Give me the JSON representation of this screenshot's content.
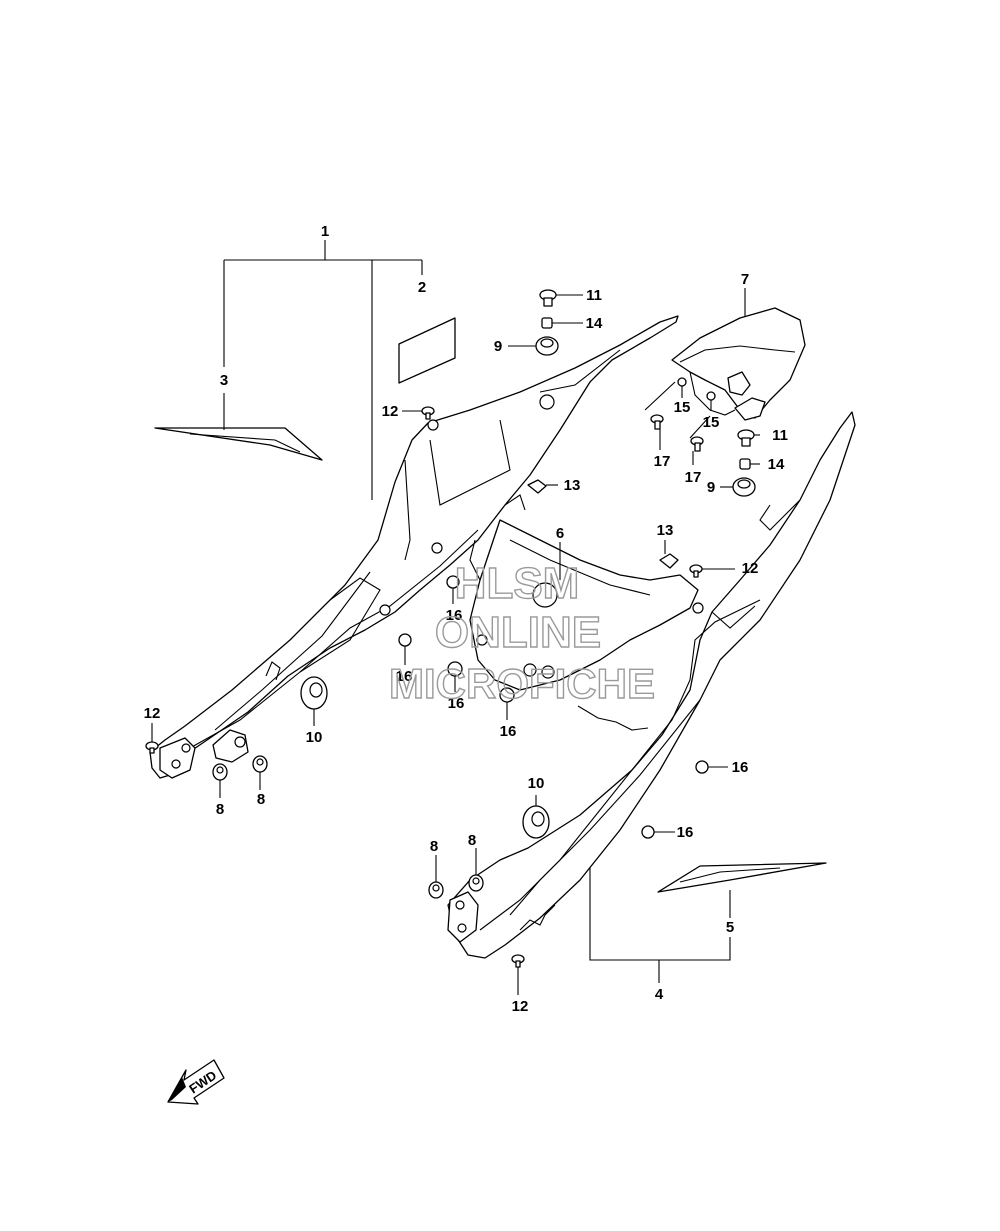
{
  "callouts": {
    "c1": "1",
    "c2": "2",
    "c3": "3",
    "c4": "4",
    "c5": "5",
    "c6": "6",
    "c7": "7",
    "c8a": "8",
    "c8b": "8",
    "c8c": "8",
    "c8d": "8",
    "c9a": "9",
    "c9b": "9",
    "c10a": "10",
    "c10b": "10",
    "c11a": "11",
    "c11b": "11",
    "c12a": "12",
    "c12b": "12",
    "c12c": "12",
    "c12d": "12",
    "c13a": "13",
    "c13b": "13",
    "c14a": "14",
    "c14b": "14",
    "c15a": "15",
    "c15b": "15",
    "c16a": "16",
    "c16b": "16",
    "c16c": "16",
    "c16d": "16",
    "c16e": "16",
    "c16f": "16",
    "c17a": "17",
    "c17b": "17"
  },
  "watermark": {
    "line1": "HLSM",
    "line2": "ONLINE",
    "line3": "MICROFICHE"
  },
  "fwd_label": "FWD"
}
